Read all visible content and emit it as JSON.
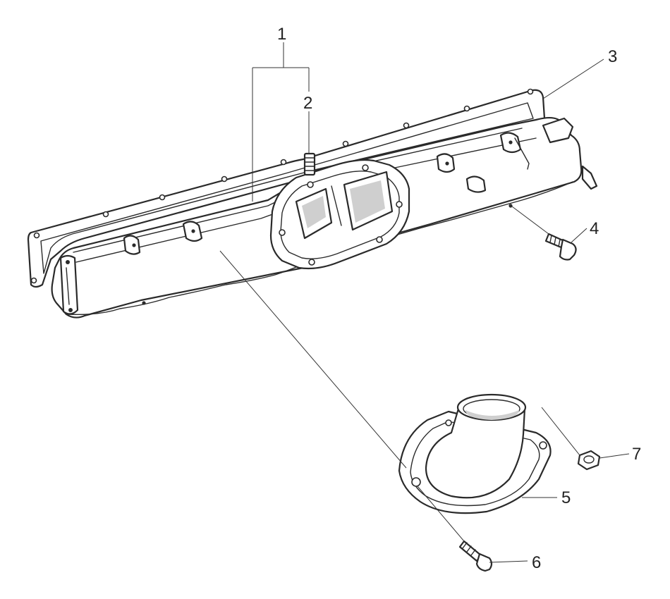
{
  "callouts": [
    {
      "id": "1",
      "label": "1"
    },
    {
      "id": "2",
      "label": "2"
    },
    {
      "id": "3",
      "label": "3"
    },
    {
      "id": "4",
      "label": "4"
    },
    {
      "id": "5",
      "label": "5"
    },
    {
      "id": "6",
      "label": "6"
    },
    {
      "id": "7",
      "label": "7"
    }
  ],
  "colors": {
    "line": "#2a2a2a",
    "background": "#ffffff"
  }
}
